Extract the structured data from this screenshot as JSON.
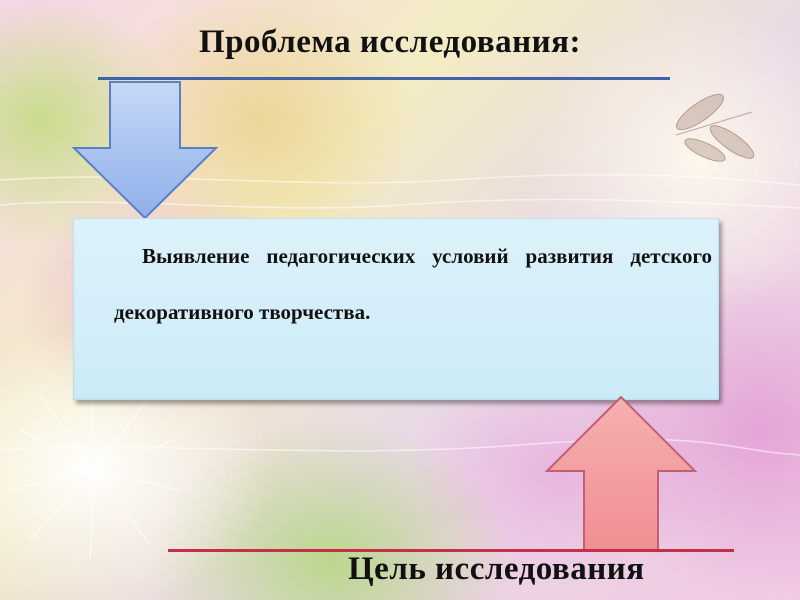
{
  "slide": {
    "top_heading": "Проблема  исследования:",
    "content_text": "Выявление педагогических условий развития детского декоративного творчества.",
    "bottom_heading": "Цель исследования"
  },
  "colors": {
    "top_line": "#3f63a8",
    "bottom_line": "#c4304a",
    "down_arrow_fill": "#a9c4f1",
    "up_arrow_fill": "#f6a3a5",
    "box_fill": "#d2eef9"
  },
  "icons": [
    "down-arrow-icon",
    "up-arrow-icon",
    "dragonfly-icon"
  ]
}
